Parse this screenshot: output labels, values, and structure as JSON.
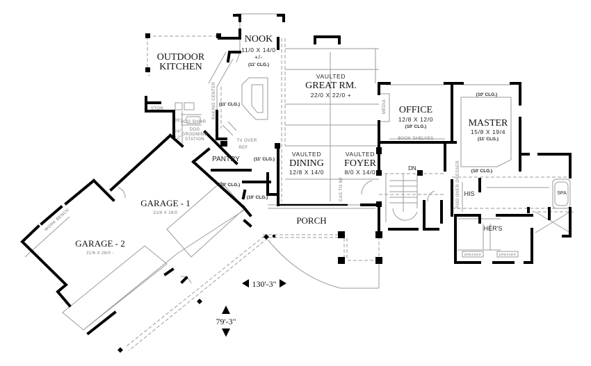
{
  "plan": {
    "title": "Main Floor Plan",
    "rooms": {
      "outdoor_kitchen": {
        "name_line1": "OUTDOOR",
        "name_line2": "KITCHEN"
      },
      "nook": {
        "name": "NOOK",
        "dims": "11/0 X 14/0",
        "dims_extra": "+/-",
        "ceiling": "(11' CLG.)"
      },
      "kitchen": {
        "ceiling": "(11' CLG.)",
        "baking_center": "BAKING CENTER"
      },
      "great_room": {
        "prefix": "VAULTED",
        "name": "GREAT RM.",
        "dims": "22/0 X 22/0 +"
      },
      "office": {
        "name": "OFFICE",
        "dims": "12/8 X 12/0",
        "ceiling": "(10' CLG.)",
        "book_shelves": "BOOK SHELVES",
        "media": "MEDIA"
      },
      "master": {
        "name": "MASTER",
        "dims": "15/8 X 19/4",
        "ceiling": "(11' CLG.)",
        "ceiling_top": "(10' CLG.)",
        "ceiling_bottom": "(10' CLG.)"
      },
      "dining": {
        "prefix": "VAULTED",
        "name": "DINING",
        "dims": "12/8 X 14/0"
      },
      "foyer": {
        "prefix": "VAULTED",
        "name": "FOYER",
        "dims": "8/0 X 14/0",
        "cas": "CAS TO 60'"
      },
      "pantry": {
        "name": "PANTRY",
        "ceiling": "(11' CLG.)"
      },
      "stor": {
        "name": "STOR"
      },
      "dog_shower": {
        "name": "DOG SHWR",
        "width": "36\""
      },
      "dog_grooming": {
        "name_line1": "DOG",
        "name_line2": "GROOMING",
        "name_line3": "STATION",
        "width1": "24\"",
        "width2": "12\""
      },
      "tv_over_ref": {
        "line1": "TV OVER",
        "line2": "REF"
      },
      "powder": {
        "ceiling": "(10' CLG.)"
      },
      "mud": {
        "ceiling": "(10' CLG.)"
      },
      "stair": {
        "label": "DN."
      },
      "his": {
        "name": "HIS",
        "rod": "ROD OVER DRESSER"
      },
      "hers": {
        "name": "HER'S",
        "dresser1": "DRESSER",
        "dresser2": "DRESSER"
      },
      "spa": {
        "name": "SPA"
      },
      "garage1": {
        "name": "GARAGE - 1",
        "dims": "21/6 X 26/0"
      },
      "garage2": {
        "name": "GARAGE - 2",
        "dims": "21/6 X 28/0 -",
        "work_bench": "WORK BENCH"
      },
      "porch": {
        "name": "PORCH"
      }
    },
    "overall": {
      "width": "130'-3\"",
      "depth": "79'-3\""
    }
  }
}
